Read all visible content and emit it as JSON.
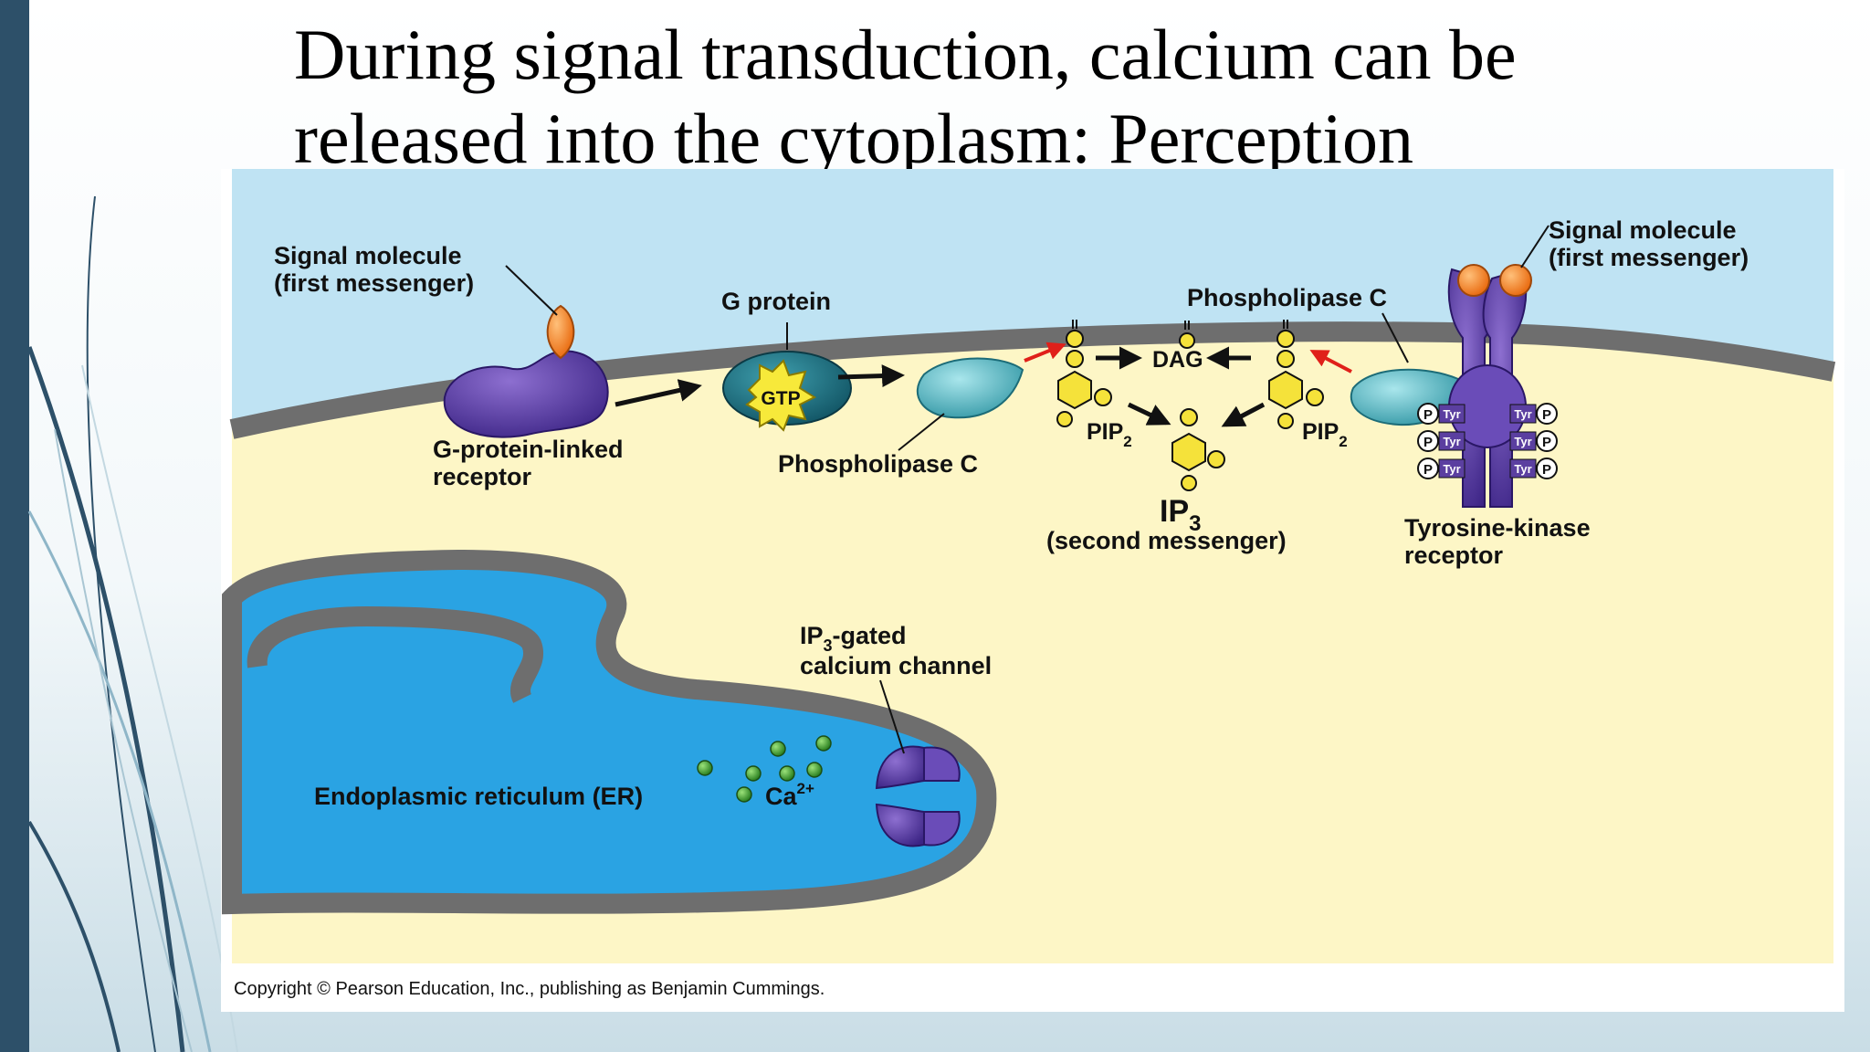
{
  "slide": {
    "title_line1": "During signal transduction, calcium can be",
    "title_line2": "released into the cytoplasm: Perception"
  },
  "diagram": {
    "labels": {
      "signal_molecule_left_1": "Signal molecule",
      "signal_molecule_left_2": "(first messenger)",
      "g_protein": "G protein",
      "gtp": "GTP",
      "gpcr_1": "G-protein-linked",
      "gpcr_2": "receptor",
      "phospholipase_c_lower": "Phospholipase C",
      "phospholipase_c_upper": "Phospholipase C",
      "dag": "DAG",
      "pip2": "PIP",
      "pip2_sub": "2",
      "ip3": "IP",
      "ip3_sub": "3",
      "second_messenger": "(second messenger)",
      "signal_molecule_right_1": "Signal molecule",
      "signal_molecule_right_2": "(first messenger)",
      "tyrosine_kinase_1": "Tyrosine-kinase",
      "tyrosine_kinase_2": "receptor",
      "tyr": "Tyr",
      "phosphate": "P",
      "channel_1_pre": "IP",
      "channel_1_sub": "3",
      "channel_1_post": "-gated",
      "channel_2": "calcium channel",
      "er": "Endoplasmic reticulum (ER)",
      "calcium": "Ca",
      "calcium_charge": "2+"
    },
    "copyright": "Copyright © Pearson Education, Inc., publishing as Benjamin Cummings.",
    "colors": {
      "extracellular": "#bfe3f3",
      "cytoplasm": "#fdf6c6",
      "membrane": "#6e6e6e",
      "receptor_purple": "#5b3fa0",
      "teal": "#5cbcc7",
      "er_lumen": "#2aa3e3",
      "calcium_green": "#3a9a2a",
      "yellow_molecule": "#f5e23a",
      "signal_orange": "#f07a18"
    }
  }
}
